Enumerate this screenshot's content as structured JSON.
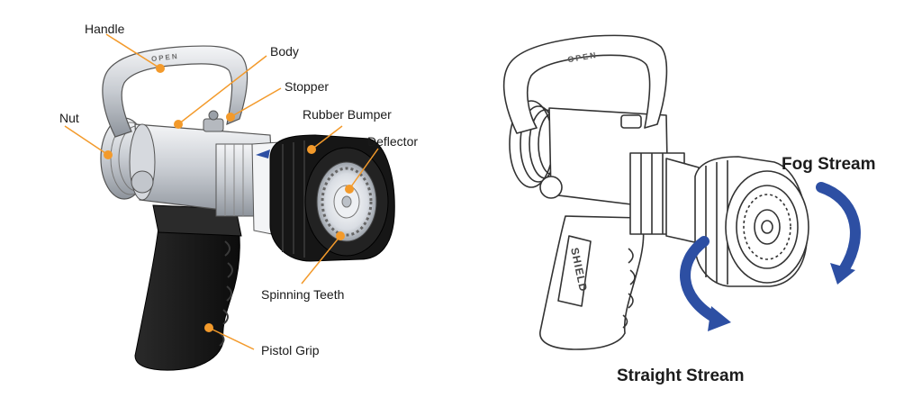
{
  "labels": {
    "handle": "Handle",
    "body": "Body",
    "stopper": "Stopper",
    "nut": "Nut",
    "rubber_bumper": "Rubber Bumper",
    "deflector": "Deflector",
    "spinning_teeth": "Spinning Teeth",
    "pistol_grip": "Pistol Grip"
  },
  "streams": {
    "fog": "Fog Stream",
    "straight": "Straight Stream"
  },
  "embossing": {
    "open_left": "OPEN",
    "open_right": "OPEN",
    "brand": "SHIELD"
  },
  "colors": {
    "callout": "#f39a2b",
    "arrow": "#2d4fa3",
    "grip": "#141414",
    "metal": "#c9ccd1",
    "outline": "#333333"
  }
}
